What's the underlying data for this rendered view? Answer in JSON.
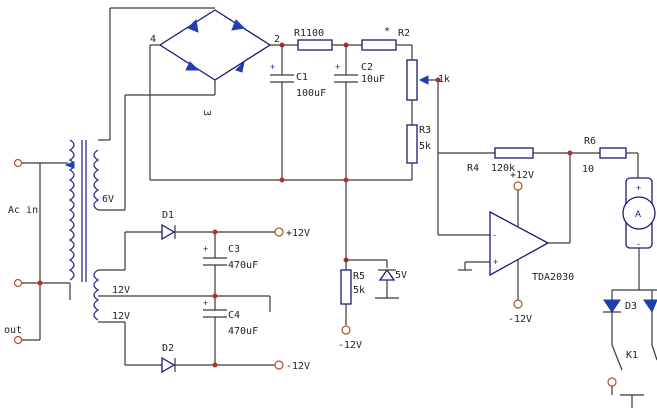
{
  "labels": {
    "ac_in": "Ac in",
    "out": "out",
    "sec_6v": "6V",
    "sec_12v_a": "12V",
    "sec_12v_b": "12V",
    "node_4": "4",
    "node_2": "2",
    "node_3": "3",
    "r1": "R1100",
    "r2": "R2",
    "r2_star": "*",
    "r2_val": "1k",
    "r3": "R3",
    "r3_val": "5k",
    "r4": "R4",
    "r4_val": "120k",
    "r5": "R5",
    "r5_val": "5k",
    "r6": "R6",
    "r6_val": "10",
    "c1": "C1",
    "c1_val": "100uF",
    "c2": "C2",
    "c2_val": "10uF",
    "c3": "C3",
    "c3_val": "470uF",
    "c4": "C4",
    "c4_val": "470uF",
    "d1": "D1",
    "d2": "D2",
    "d3": "D3",
    "zener": "5V",
    "plus12_a": "+12V",
    "minus12_a": "-12V",
    "plus12_op": "+12V",
    "minus12_op": "-12V",
    "minus12_r5": "-12V",
    "opamp": "TDA2030",
    "k1": "K1",
    "meter": "A",
    "plus": "+",
    "minus": "-"
  }
}
